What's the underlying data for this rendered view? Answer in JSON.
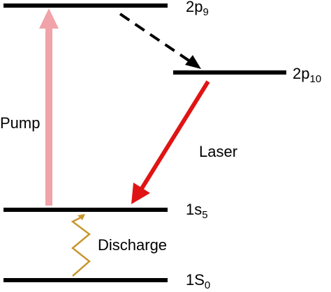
{
  "levels": {
    "top_left": {
      "label_main": "2p",
      "label_sub": "9"
    },
    "top_right": {
      "label_main": "2p",
      "label_sub": "10"
    },
    "middle": {
      "label_main": "1s",
      "label_sub": "5"
    },
    "ground": {
      "label_main": "1S",
      "label_sub": "0"
    }
  },
  "transitions": {
    "pump": {
      "label": "Pump",
      "color": "#f0a3a8"
    },
    "relax": {
      "label": "",
      "color": "#000000",
      "style": "dashed"
    },
    "laser": {
      "label": "Laser",
      "color": "#e01414"
    },
    "discharge": {
      "label": "Discharge",
      "color": "#c8962e",
      "style": "zigzag"
    }
  },
  "colors": {
    "level_line": "#000000",
    "background": "#ffffff"
  }
}
